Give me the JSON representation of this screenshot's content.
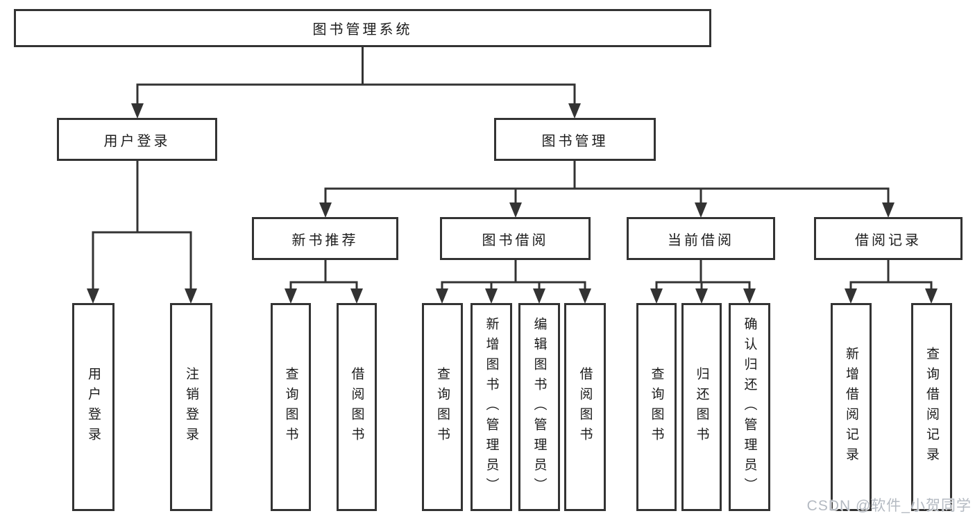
{
  "diagram": {
    "root": {
      "label": "图书管理系统"
    },
    "level2": {
      "user_login": {
        "label": "用户登录"
      },
      "book_management": {
        "label": "图书管理"
      }
    },
    "level3": {
      "new_book_recommend": {
        "label": "新书推荐"
      },
      "book_borrow": {
        "label": "图书借阅"
      },
      "current_borrow": {
        "label": "当前借阅"
      },
      "borrow_records": {
        "label": "借阅记录"
      }
    },
    "leaves": {
      "user_login_group": [
        {
          "label": "用户登录"
        },
        {
          "label": "注销登录"
        }
      ],
      "new_book_group": [
        {
          "label": "查询图书"
        },
        {
          "label": "借阅图书"
        }
      ],
      "book_borrow_group": [
        {
          "label": "查询图书"
        },
        {
          "label": "新增图书（管理员）"
        },
        {
          "label": "编辑图书（管理员）"
        },
        {
          "label": "借阅图书"
        }
      ],
      "current_borrow_group": [
        {
          "label": "查询图书"
        },
        {
          "label": "归还图书"
        },
        {
          "label": "确认归还（管理员）"
        }
      ],
      "borrow_records_group": [
        {
          "label": "新增借阅记录"
        },
        {
          "label": "查询借阅记录"
        }
      ]
    }
  },
  "watermark": "CSDN @软件_小贺同学",
  "colors": {
    "line": "#333333",
    "text": "#1b1b1b",
    "watermark_text": "#b4bac2",
    "background": "#ffffff"
  }
}
